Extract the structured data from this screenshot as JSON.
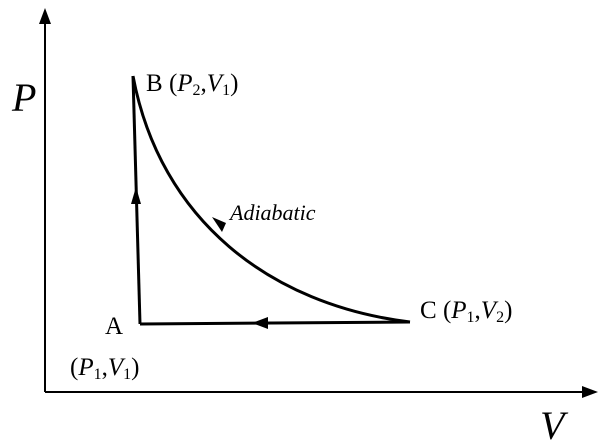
{
  "axes": {
    "y_label": "P",
    "x_label": "V"
  },
  "points": {
    "A": {
      "letter": "A",
      "p": "P",
      "p_sub": "1",
      "v": "V",
      "v_sub": "1"
    },
    "B": {
      "letter": "B",
      "p": "P",
      "p_sub": "2",
      "v": "V",
      "v_sub": "1"
    },
    "C": {
      "letter": "C",
      "p": "P",
      "p_sub": "1",
      "v": "V",
      "v_sub": "2"
    }
  },
  "process_label": "Adiabatic",
  "colors": {
    "ink": "#000000",
    "background": "#ffffff"
  }
}
